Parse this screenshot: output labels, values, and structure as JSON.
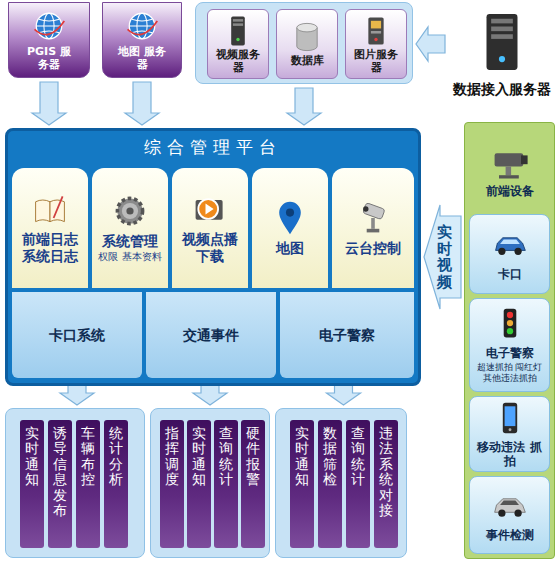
{
  "diagram": {
    "nodes": [
      {
        "text": [
          "PGIS 服务器"
        ]
      },
      {
        "text": [
          "地图 服务器"
        ]
      },
      {
        "text": []
      },
      {
        "text": [
          "视频服务器"
        ],
        "in": 2
      },
      {
        "text": [
          "数据库"
        ],
        "in": 2
      },
      {
        "text": [
          "图片服务器"
        ],
        "in": 2
      },
      {
        "text": [
          "数据接入服务器"
        ]
      },
      {
        "text": [
          "综合管理平台"
        ]
      },
      {
        "text": [
          "前端日志 系统日志"
        ],
        "in": 7
      },
      {
        "text": [
          "系统管理",
          "权限 基本资料"
        ],
        "in": 7
      },
      {
        "text": [
          "视频点播 下载"
        ],
        "in": 7
      },
      {
        "text": [
          "地图"
        ],
        "in": 7
      },
      {
        "text": [
          "云台控制"
        ],
        "in": 7
      },
      {
        "text": [
          "卡口系统"
        ],
        "in": 7
      },
      {
        "text": [
          "交通事件"
        ],
        "in": 7
      },
      {
        "text": [
          "电子警察"
        ],
        "in": 7
      },
      {
        "text": []
      },
      {
        "text": [
          "前端设备"
        ],
        "in": 16
      },
      {
        "text": [
          "卡口"
        ],
        "in": 16
      },
      {
        "text": [
          "电子警察",
          "超速抓拍 闯红灯 其他违法抓拍"
        ],
        "in": 16
      },
      {
        "text": [
          "移动违法 抓拍"
        ],
        "in": 16
      },
      {
        "text": [
          "事件检测"
        ],
        "in": 16
      },
      {
        "text": []
      },
      {
        "text": [
          "实时通知"
        ],
        "in": 22
      },
      {
        "text": [
          "诱导信息发布"
        ],
        "in": 22
      },
      {
        "text": [
          "车辆布控"
        ],
        "in": 22
      },
      {
        "text": [
          "统计分析"
        ],
        "in": 22
      },
      {
        "text": []
      },
      {
        "text": [
          "指挥调度"
        ],
        "in": 27
      },
      {
        "text": [
          "实时通知"
        ],
        "in": 27
      },
      {
        "text": [
          "查询统计"
        ],
        "in": 27
      },
      {
        "text": [
          "硬件报警"
        ],
        "in": 27
      },
      {
        "text": []
      },
      {
        "text": [
          "实时通知"
        ],
        "in": 32
      },
      {
        "text": [
          "数据筛检"
        ],
        "in": 32
      },
      {
        "text": [
          "查询统计"
        ],
        "in": 32
      },
      {
        "text": [
          "违法系统对接"
        ],
        "in": 32
      }
    ],
    "edges": [
      {
        "from": 0,
        "to": 7,
        "arrow": "to"
      },
      {
        "from": 1,
        "to": 7,
        "arrow": "to"
      },
      {
        "from": 2,
        "to": 7,
        "arrow": "to"
      },
      {
        "from": 6,
        "to": 2,
        "arrow": "to"
      },
      {
        "from": 16,
        "to": 7,
        "label": "实时视频",
        "arrow": "to"
      },
      {
        "from": 13,
        "to": 22,
        "arrow": "to"
      },
      {
        "from": 14,
        "to": 27,
        "arrow": "to"
      },
      {
        "from": 15,
        "to": 32,
        "arrow": "to"
      }
    ]
  }
}
